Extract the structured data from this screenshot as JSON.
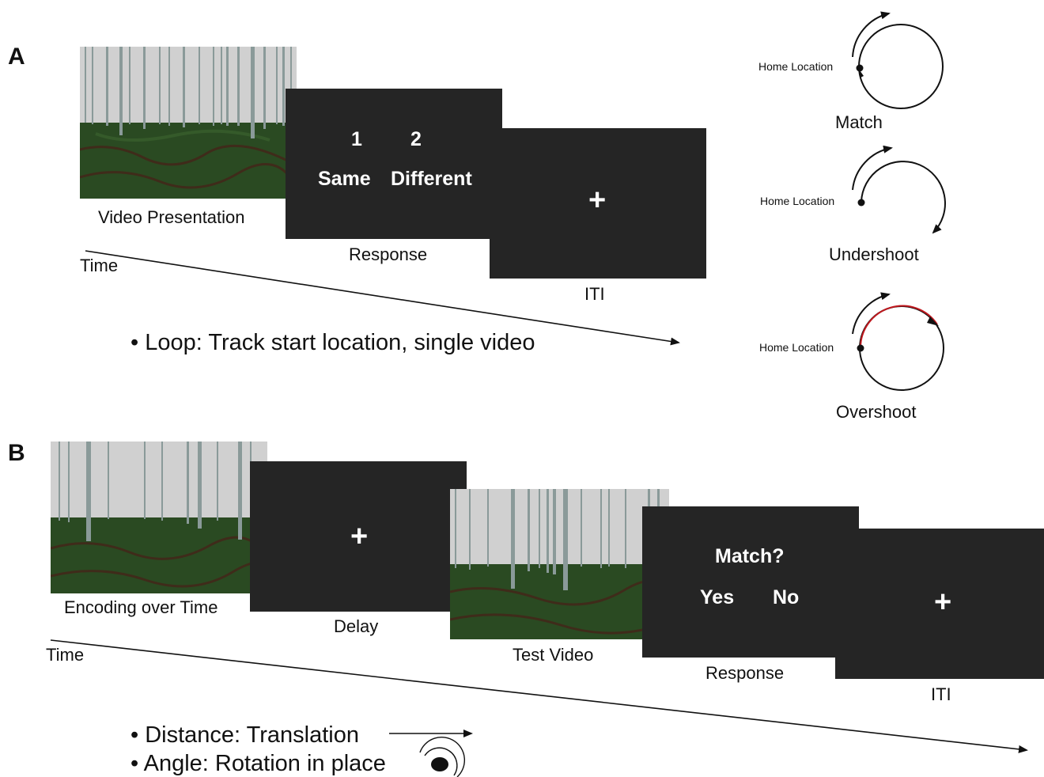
{
  "panel_a": {
    "letter": "A",
    "video_caption": "Video Presentation",
    "response": {
      "key1": "1",
      "key2": "2",
      "opt1": "Same",
      "opt2": "Different",
      "caption": "Response"
    },
    "iti": {
      "symbol": "+",
      "caption": "ITI"
    },
    "time_label": "Time",
    "bullet": "• Loop: Track start location, single video",
    "conditions": [
      {
        "home": "Home Location",
        "label": "Match"
      },
      {
        "home": "Home Location",
        "label": "Undershoot"
      },
      {
        "home": "Home Location",
        "label": "Overshoot"
      }
    ]
  },
  "panel_b": {
    "letter": "B",
    "encoding_caption": "Encoding over Time",
    "delay": {
      "symbol": "+",
      "caption": "Delay"
    },
    "test_caption": "Test Video",
    "response": {
      "question": "Match?",
      "yes": "Yes",
      "no": "No",
      "caption": "Response"
    },
    "iti": {
      "symbol": "+",
      "caption": "ITI"
    },
    "time_label": "Time",
    "bullets": [
      "• Distance: Translation",
      "• Angle: Rotation in place"
    ]
  },
  "colors": {
    "screen": "#252525",
    "sky": "#cfcfcf",
    "ground": "#2a4a22",
    "overshoot_arc": "#c0181e"
  }
}
